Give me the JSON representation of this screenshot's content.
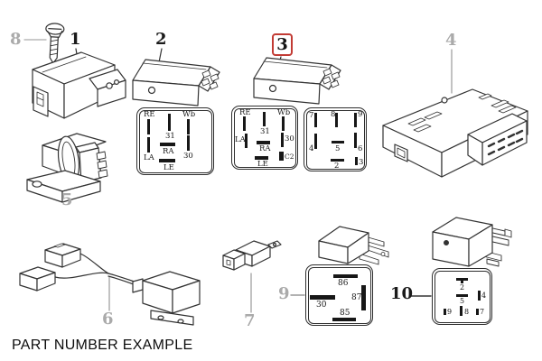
{
  "caption": "PART NUMBER EXAMPLE",
  "labels": {
    "l1": "1",
    "l2": "2",
    "l3": "3",
    "l4": "4",
    "l5": "5",
    "l6": "6",
    "l7": "7",
    "l8": "8",
    "l9": "9",
    "l10": "10"
  },
  "highlighted_part": "3",
  "colors": {
    "line": "#333333",
    "label_black": "#1a1a1a",
    "label_gray": "#aaaaaa",
    "highlight_red": "#c23b34",
    "background": "#ffffff"
  },
  "pin_diagrams": {
    "d2": {
      "pins": {
        "re": "RE",
        "p31": "31",
        "wb": "Wb",
        "la": "LA",
        "ra": "RA",
        "p30": "30",
        "le": "LE"
      }
    },
    "d3": {
      "pins": {
        "re": "RE",
        "p31": "31",
        "wb": "Wb",
        "la": "LA",
        "ra": "RA",
        "p30": "30",
        "c2": "C2",
        "le": "LE"
      }
    },
    "d3b": {
      "pins": {
        "p7": "7",
        "p8": "8",
        "p9": "9",
        "p4": "4",
        "p5": "5",
        "p6": "6",
        "p2": "2",
        "p3": "3"
      }
    },
    "d9": {
      "pins": {
        "p86": "86",
        "p30": "30",
        "p87": "87",
        "p85": "85"
      }
    },
    "d10": {
      "pins": {
        "p2": "2",
        "p5": "5",
        "p4": "4",
        "p9": "9",
        "p8": "8",
        "p7": "7"
      }
    }
  }
}
